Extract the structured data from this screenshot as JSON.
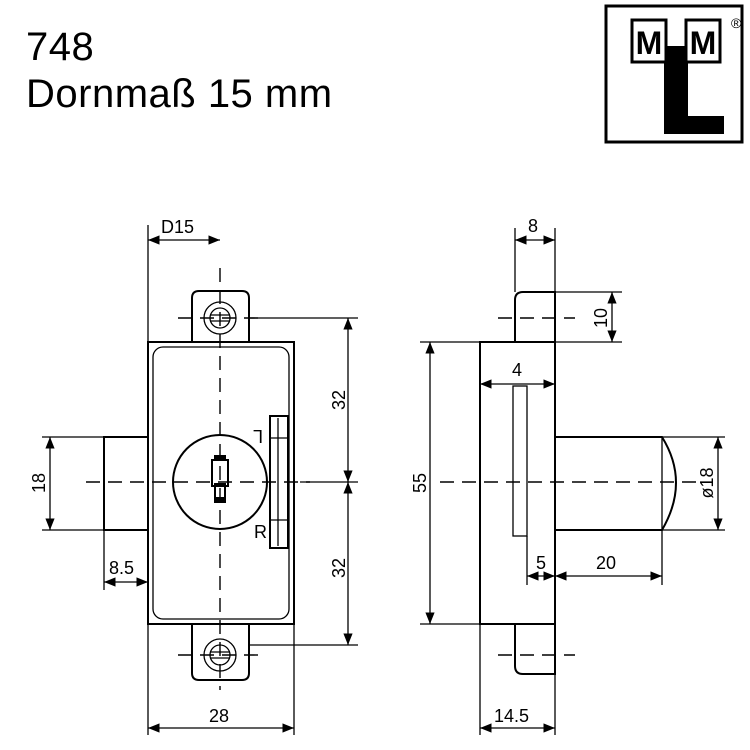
{
  "header": {
    "model_number": "748",
    "subtitle": "Dornmaß 15 mm"
  },
  "logo": {
    "text": "MLM",
    "registered_mark": "®"
  },
  "front_view": {
    "dim_backset": "D15",
    "dim_width": "28",
    "dim_upper_half": "32",
    "dim_lower_half": "32",
    "dim_bolt_height": "18",
    "dim_bolt_offset": "8.5",
    "label_left": "L",
    "label_right": "R"
  },
  "side_view": {
    "dim_top": "8",
    "dim_tab": "10",
    "dim_plate": "4",
    "dim_height": "55",
    "dim_gap": "5",
    "dim_bolt_length": "20",
    "dim_diameter": "ø18",
    "dim_depth": "14.5"
  },
  "colors": {
    "ink": "#000000",
    "background": "#ffffff"
  }
}
